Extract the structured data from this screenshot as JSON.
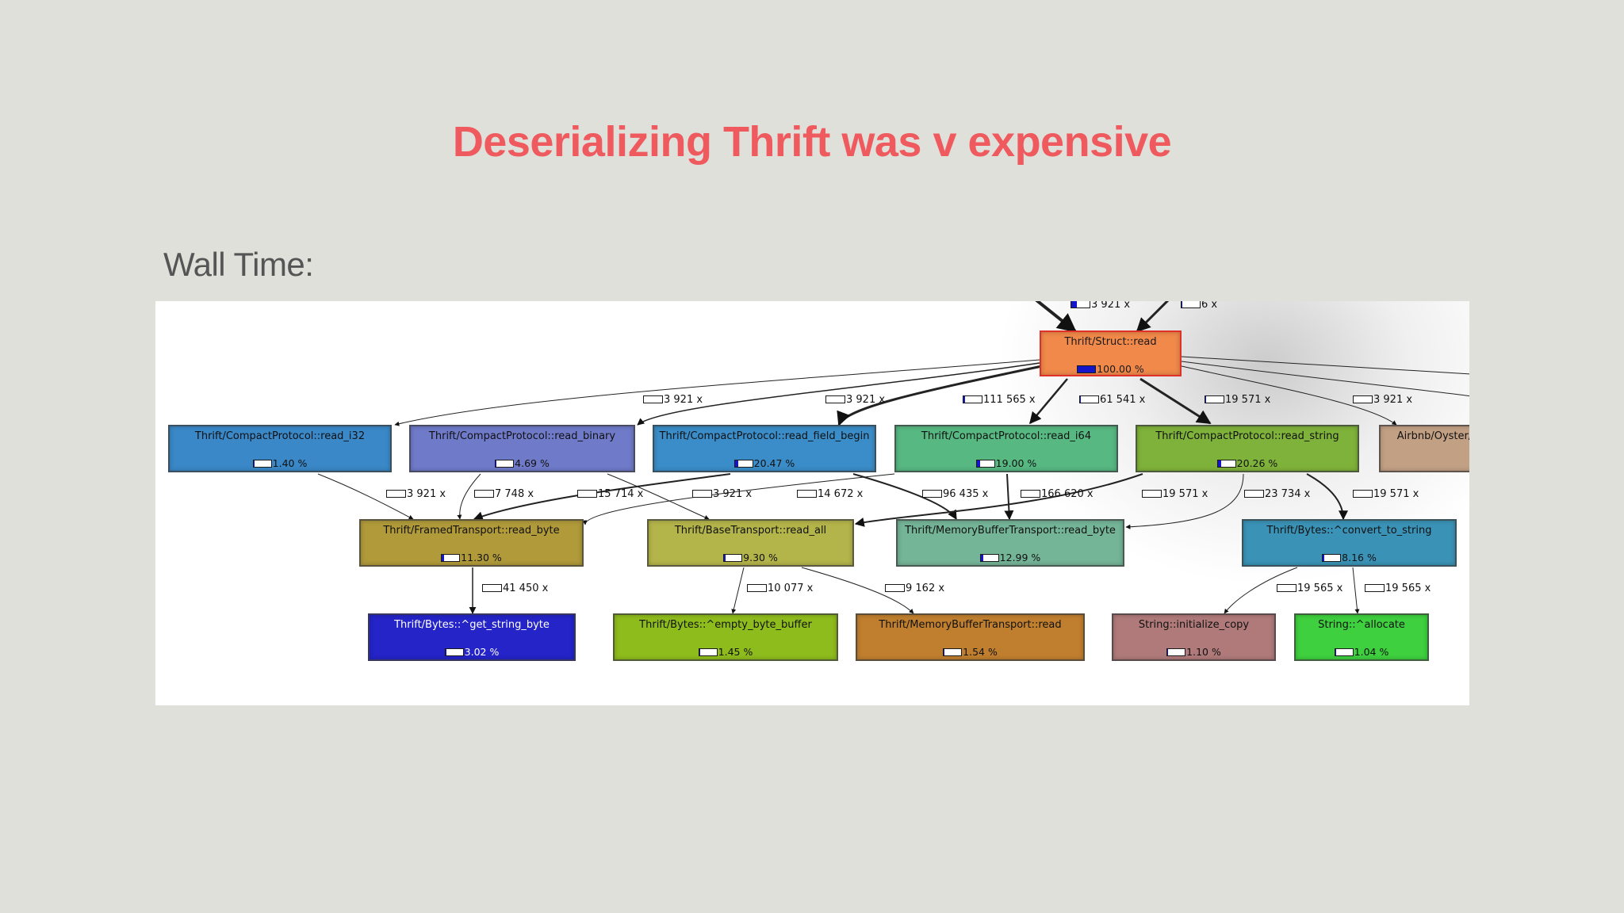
{
  "slide": {
    "title": "Deserializing Thrift was v expensive",
    "subtitle": "Wall Time:"
  },
  "graph": {
    "nodes": [
      {
        "id": "struct_read",
        "name": "Thrift/Struct::read",
        "pct": "100.00 %",
        "fill": 1.0,
        "color": "#f0894a",
        "border": "#e0302a",
        "text": "#1a1a1a"
      },
      {
        "id": "read_i32",
        "name": "Thrift/CompactProtocol::read_i32",
        "pct": "1.40 %",
        "fill": 0.014,
        "color": "#3a88c8",
        "text": "#111111"
      },
      {
        "id": "read_binary",
        "name": "Thrift/CompactProtocol::read_binary",
        "pct": "4.69 %",
        "fill": 0.047,
        "color": "#6f7ac9",
        "text": "#111111"
      },
      {
        "id": "read_field_begin",
        "name": "Thrift/CompactProtocol::read_field_begin",
        "pct": "20.47 %",
        "fill": 0.205,
        "color": "#3a8dc8",
        "text": "#111111"
      },
      {
        "id": "read_i64",
        "name": "Thrift/CompactProtocol::read_i64",
        "pct": "19.00 %",
        "fill": 0.19,
        "color": "#57b882",
        "text": "#111111"
      },
      {
        "id": "read_string",
        "name": "Thrift/CompactProtocol::read_string",
        "pct": "20.26 %",
        "fill": 0.203,
        "color": "#7fb23a",
        "text": "#111111"
      },
      {
        "id": "oyster",
        "name": "Airbnb/Oyster/",
        "pct": "",
        "fill": 0,
        "color": "#c2a084",
        "text": "#111111"
      },
      {
        "id": "framed_read_byte",
        "name": "Thrift/FramedTransport::read_byte",
        "pct": "11.30 %",
        "fill": 0.113,
        "color": "#b09a3a",
        "text": "#111111"
      },
      {
        "id": "base_read_all",
        "name": "Thrift/BaseTransport::read_all",
        "pct": "9.30 %",
        "fill": 0.093,
        "color": "#b3b44a",
        "text": "#111111"
      },
      {
        "id": "membuf_read_byte",
        "name": "Thrift/MemoryBufferTransport::read_byte",
        "pct": "12.99 %",
        "fill": 0.13,
        "color": "#74b497",
        "text": "#111111"
      },
      {
        "id": "convert_to_string",
        "name": "Thrift/Bytes::^convert_to_string",
        "pct": "8.16 %",
        "fill": 0.082,
        "color": "#3a92b6",
        "text": "#111111"
      },
      {
        "id": "get_string_byte",
        "name": "Thrift/Bytes::^get_string_byte",
        "pct": "3.02 %",
        "fill": 0.03,
        "color": "#2424c8",
        "text": "#ffffff"
      },
      {
        "id": "empty_byte_buffer",
        "name": "Thrift/Bytes::^empty_byte_buffer",
        "pct": "1.45 %",
        "fill": 0.015,
        "color": "#8ebc1c",
        "text": "#111111"
      },
      {
        "id": "membuf_read",
        "name": "Thrift/MemoryBufferTransport::read",
        "pct": "1.54 %",
        "fill": 0.015,
        "color": "#c07f2e",
        "text": "#111111"
      },
      {
        "id": "initialize_copy",
        "name": "String::initialize_copy",
        "pct": "1.10 %",
        "fill": 0.011,
        "color": "#b07a7a",
        "text": "#111111"
      },
      {
        "id": "allocate",
        "name": "String::^allocate",
        "pct": "1.04 %",
        "fill": 0.01,
        "color": "#3ed03e",
        "text": "#111111"
      }
    ],
    "edges": [
      {
        "label": "3 921 x",
        "fill": 0.3
      },
      {
        "label": "6 x",
        "fill": 0.05
      },
      {
        "label": "3 921 x",
        "fill": 0.0
      },
      {
        "label": "3 921 x",
        "fill": 0.0
      },
      {
        "label": "111 565 x",
        "fill": 0.1
      },
      {
        "label": "61 541 x",
        "fill": 0.05
      },
      {
        "label": "19 571 x",
        "fill": 0.05
      },
      {
        "label": "3 921 x",
        "fill": 0.0
      },
      {
        "label": "3 921 x",
        "fill": 0.0
      },
      {
        "label": "7 748 x",
        "fill": 0.0
      },
      {
        "label": "15 714 x",
        "fill": 0.0
      },
      {
        "label": "3 921 x",
        "fill": 0.0
      },
      {
        "label": "14 672 x",
        "fill": 0.0
      },
      {
        "label": "96 435 x",
        "fill": 0.0
      },
      {
        "label": "166 620 x",
        "fill": 0.0
      },
      {
        "label": "19 571 x",
        "fill": 0.0
      },
      {
        "label": "23 734 x",
        "fill": 0.0
      },
      {
        "label": "19 571 x",
        "fill": 0.0
      },
      {
        "label": "41 450 x",
        "fill": 0.0
      },
      {
        "label": "10 077 x",
        "fill": 0.0
      },
      {
        "label": "9 162 x",
        "fill": 0.0
      },
      {
        "label": "19 565 x",
        "fill": 0.0
      },
      {
        "label": "19 565 x",
        "fill": 0.0
      }
    ]
  }
}
